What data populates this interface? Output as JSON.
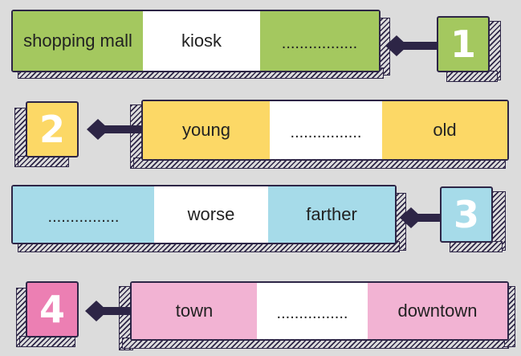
{
  "colors": {
    "green": "#a4c85f",
    "yellow": "#fcd866",
    "blue": "#a6dbe9",
    "pink": "#f2b3d3",
    "pink_number": "#ec7fb3",
    "outline": "#2d2546"
  },
  "rows": [
    {
      "number": "1",
      "cells": [
        "shopping mall",
        "kiosk",
        "................."
      ]
    },
    {
      "number": "2",
      "cells": [
        "young",
        "................",
        "old"
      ]
    },
    {
      "number": "3",
      "cells": [
        "................",
        "worse",
        "farther"
      ]
    },
    {
      "number": "4",
      "cells": [
        "town",
        "................",
        "downtown"
      ]
    }
  ]
}
